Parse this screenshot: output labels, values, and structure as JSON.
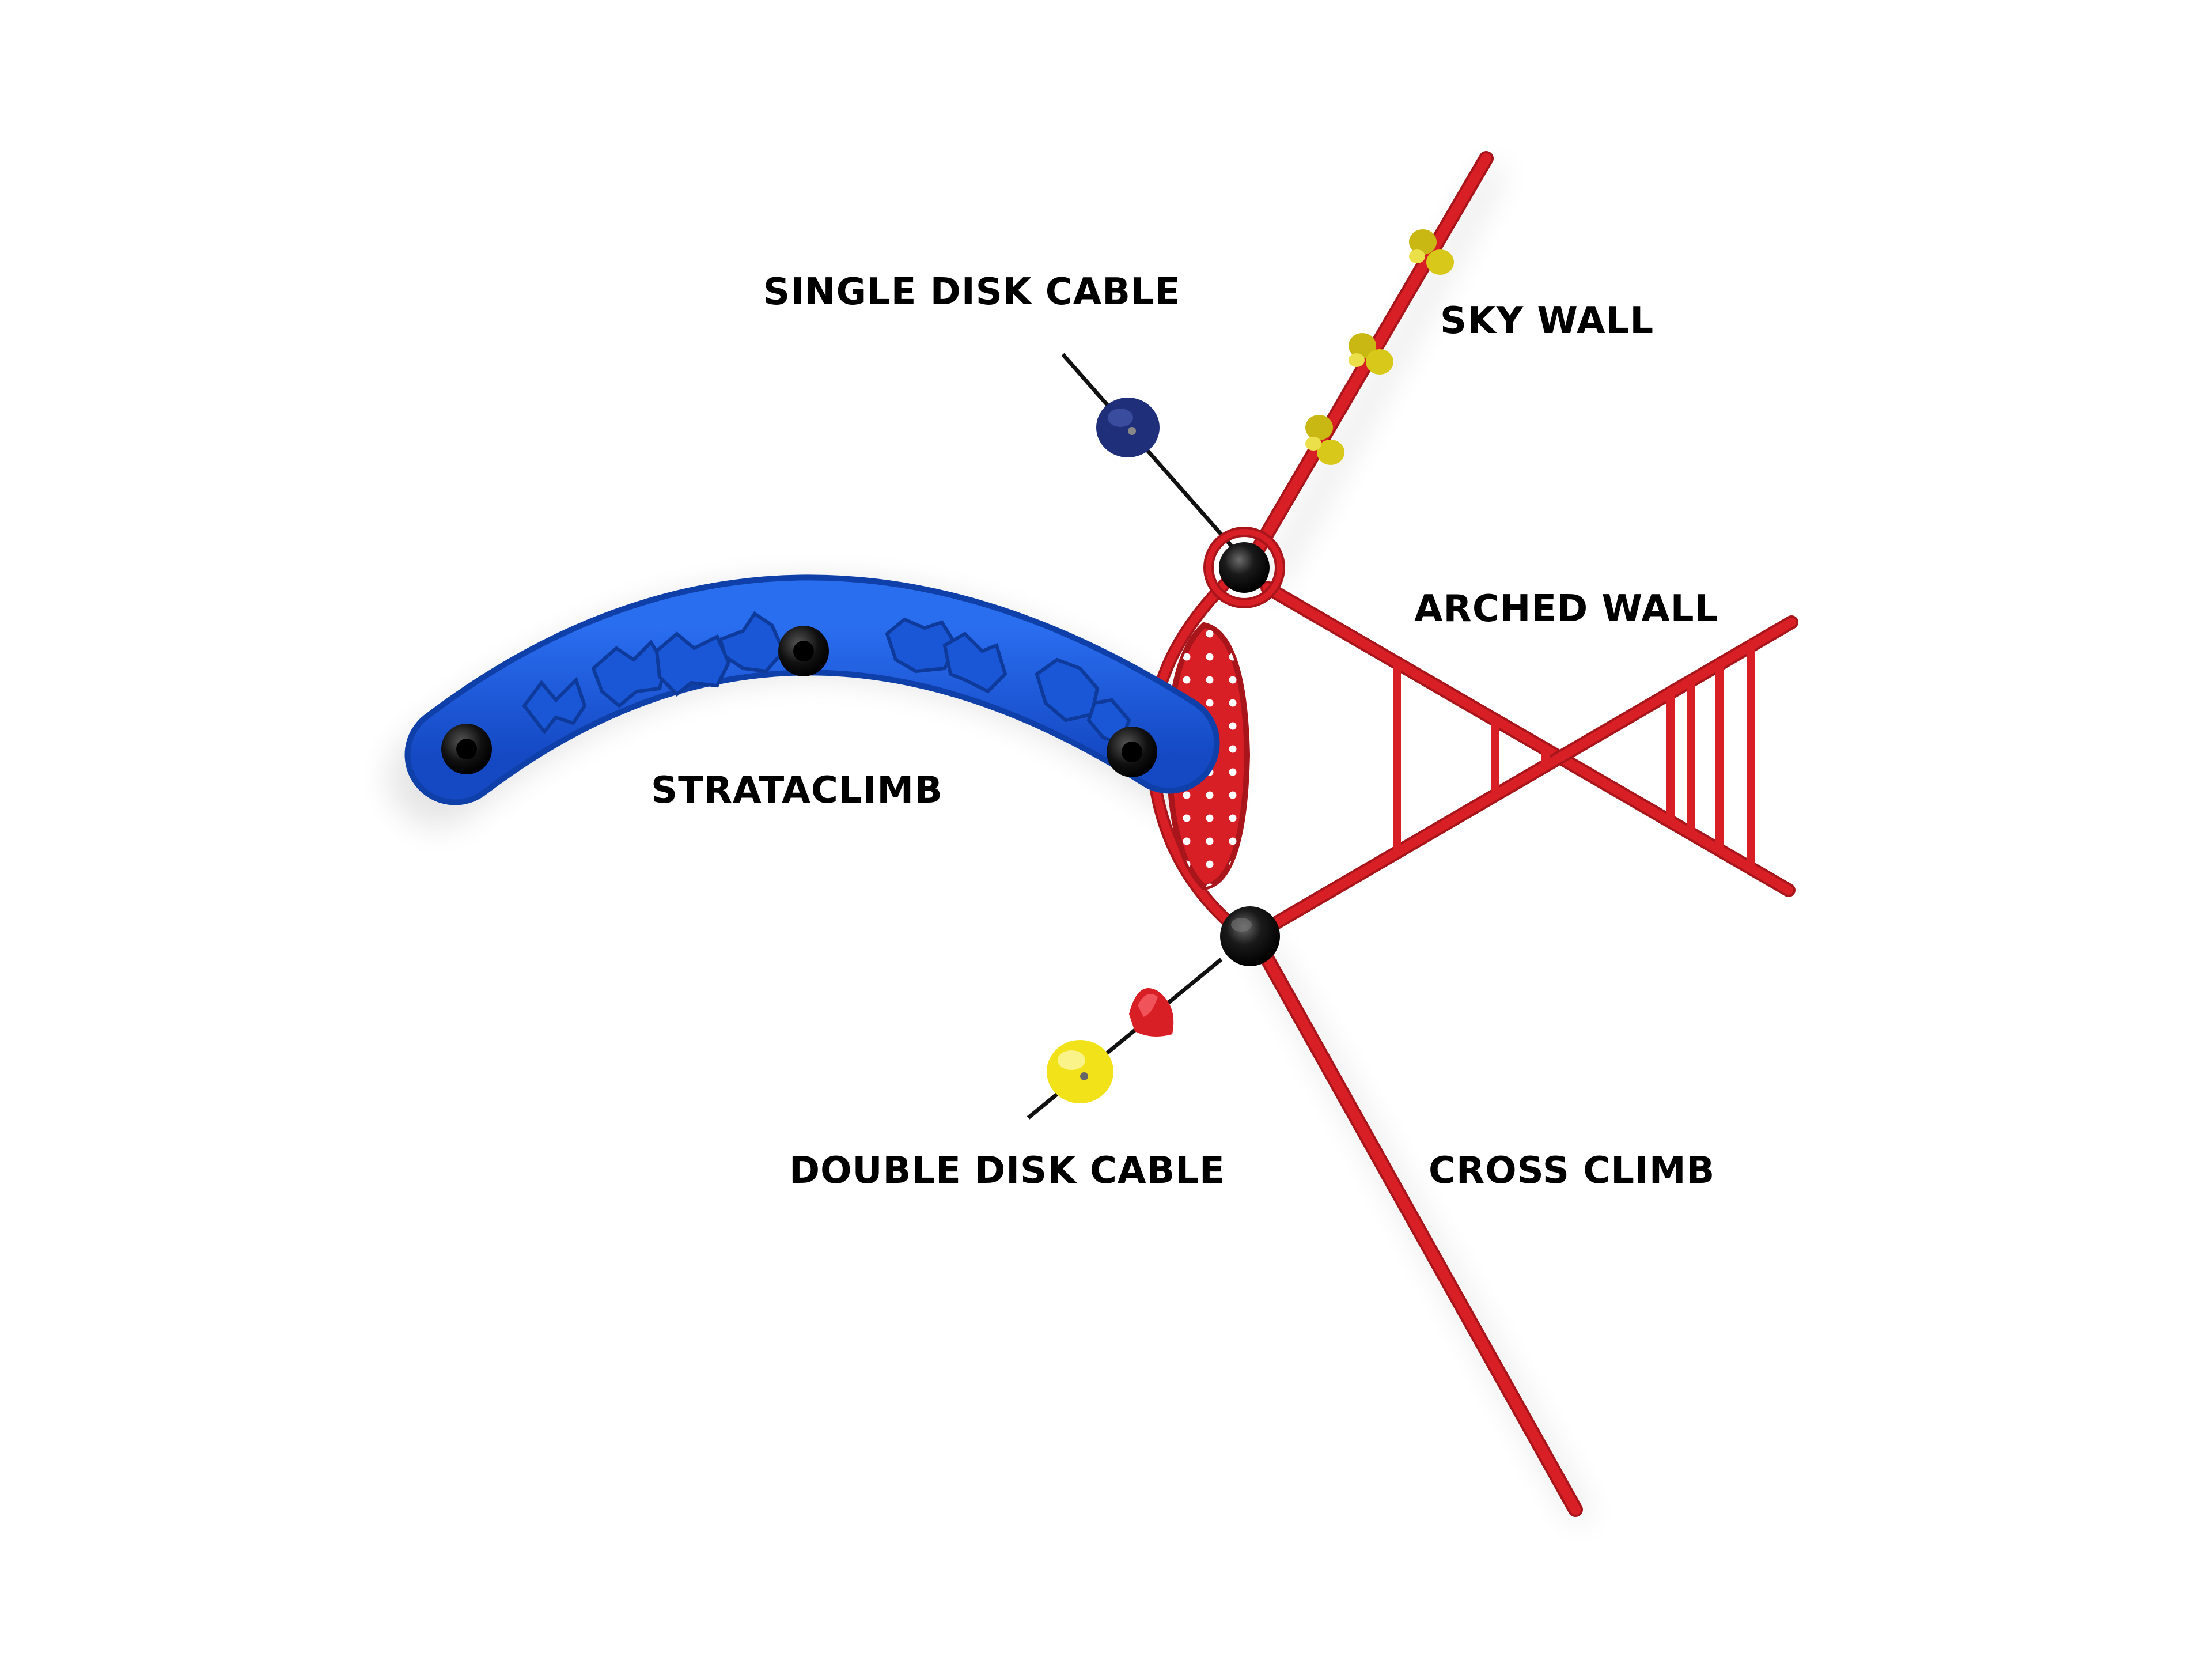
{
  "labels": {
    "single_disk_cable": "SINGLE DISK CABLE",
    "sky_wall": "SKY WALL",
    "arched_wall": "ARCHED WALL",
    "strataclimb": "STRATACLIMB",
    "double_disk_cable": "DOUBLE DISK CABLE",
    "cross_climb": "CROSS CLIMB"
  },
  "colors": {
    "background": "#ffffff",
    "frame_red": "#d81f26",
    "frame_red_dark": "#a8151b",
    "strataclimb_blue": "#1a5de0",
    "strataclimb_blue_dark": "#0f3fa8",
    "hub_black": "#1a1a1a",
    "hold_yellow": "#d8c81a",
    "disk_navy": "#1f2f7a",
    "disk_yellow": "#f2e21a",
    "disk_red": "#d81f26",
    "cable_black": "#111111",
    "label_text": "#000000"
  }
}
